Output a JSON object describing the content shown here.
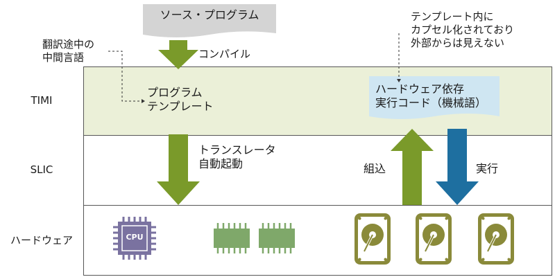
{
  "source_program": "ソース・プログラム",
  "compile_label": "コンパイル",
  "intermediate_note": [
    "翻訳途中の",
    "中間言語"
  ],
  "template_note": [
    "テンプレート内に",
    "カプセル化されており",
    "外部からは見えない"
  ],
  "layers": {
    "timi": "TIMI",
    "slic": "SLIC",
    "hardware": "ハードウェア"
  },
  "program_template": [
    "プログラム",
    "テンプレート"
  ],
  "hw_code": [
    "ハードウェア依存",
    "実行コード（機械語）"
  ],
  "translator": [
    "トランスレータ",
    "自動起動"
  ],
  "build_label": "組込",
  "exec_label": "実行",
  "chip_text": "CPU",
  "colors": {
    "timi_bg": "#ebf0d8",
    "green": "#7a9a2a",
    "blue": "#1e6fa0",
    "gray": "#d4d4d4",
    "code_bg": "#cfe6f2",
    "cpu": "#7a72a0",
    "ram": "#7fa86a",
    "disk": "#8a8a3a"
  }
}
